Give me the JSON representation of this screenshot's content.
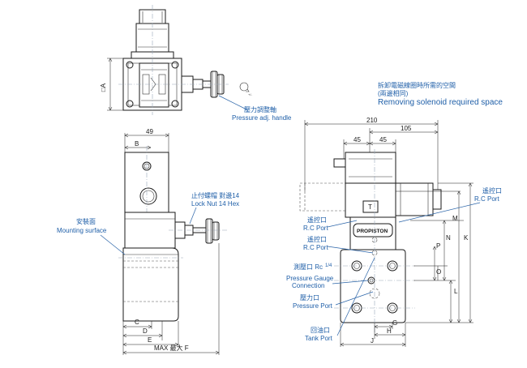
{
  "colors": {
    "line": "#1a1a1a",
    "annotation": "#1f5fa8",
    "leader": "#2a64a8",
    "centerline": "#9aa8b8"
  },
  "notes": {
    "pressure_handle_cn": "壓力調整軸",
    "pressure_handle_en": "Pressure adj. handle",
    "removing_cn_1": "拆卸電磁線圈時所需的空間",
    "removing_cn_2": "(兩邊相同)",
    "removing_en": "Removing solenoid  required space",
    "lock_nut_cn": "止付螺帽 對邊14",
    "lock_nut_en": "Lock Nut 14 Hex",
    "mounting_cn": "安裝面",
    "mounting_en": "Mounting surface",
    "rc_port_right_cn": "遙控口",
    "rc_port_right_en": "R.C Port",
    "rc_port_1_cn": "遙控口",
    "rc_port_1_en": "R.C Port",
    "rc_port_2_cn": "遙控口",
    "rc_port_2_en": "R.C Port",
    "gauge_cn": "測壓口 Rc",
    "gauge_frac": "1/4",
    "gauge_en_1": "Pressure Gauge",
    "gauge_en_2": "Connection",
    "pressure_port_cn": "壓力口",
    "pressure_port_en": "Pressure Port",
    "tank_port_cn": "回油口",
    "tank_port_en": "Tank Port",
    "brand": "PROPISTON",
    "tank_symbol": "T"
  },
  "dims": {
    "a": "□A",
    "d49": "49",
    "b": "B",
    "c": "C",
    "d": "D",
    "e": "E",
    "f": "MAX 最大 F",
    "d210": "210",
    "d105": "105",
    "d45a": "45",
    "d45b": "45",
    "g": "G",
    "h": "H",
    "j": "J",
    "k": "K",
    "l": "L",
    "m": "M",
    "n": "N",
    "o": "O",
    "p": "P"
  }
}
